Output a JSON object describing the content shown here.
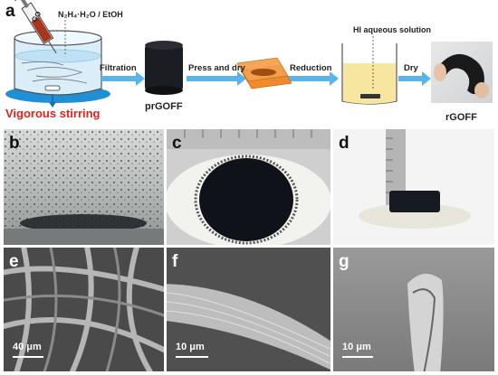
{
  "panel_a": {
    "label": "a",
    "syringe_label": "GO",
    "reagent_label": "N₂H₄·H₂O / EtOH",
    "stirring_label": "Vigorous stirring",
    "arrow_filtration": "Filtration",
    "arrow_press": "Press and dry",
    "arrow_reduction": "Reduction",
    "arrow_dry": "Dry",
    "product_1": "prGOFF",
    "product_2": "rGOFF",
    "hi_label": "HI aqueous solution",
    "accent_color": "#e2231a",
    "arrow_color": "#5ab4e8"
  },
  "panels": {
    "b": {
      "label": "b"
    },
    "c": {
      "label": "c"
    },
    "d": {
      "label": "d"
    },
    "e": {
      "label": "e",
      "scale": "40 μm"
    },
    "f": {
      "label": "f",
      "scale": "10 μm"
    },
    "g": {
      "label": "g",
      "scale": "10 μm"
    }
  }
}
